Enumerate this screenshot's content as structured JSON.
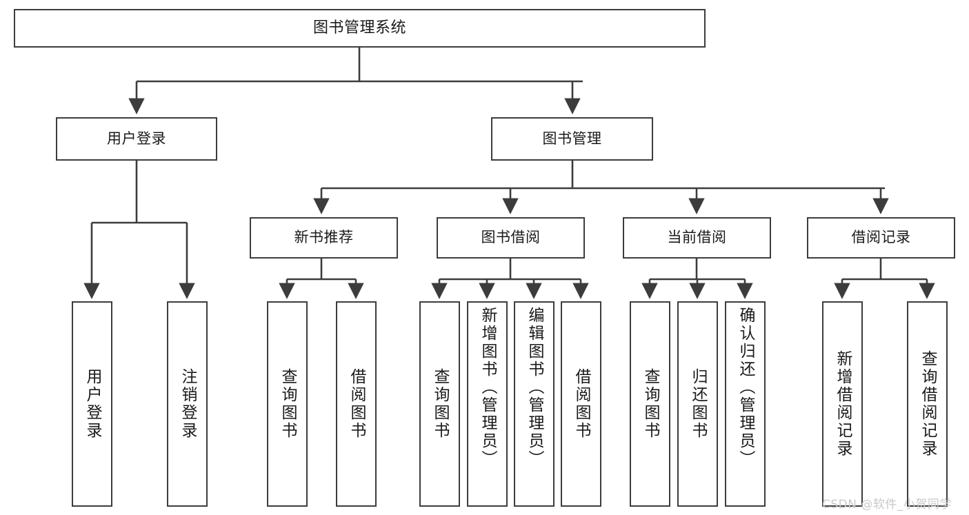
{
  "diagram": {
    "title": "图书管理系统",
    "type": "tree-structure-chart",
    "colors": {
      "box_border": "#3c3c3c",
      "box_fill": "#ffffff",
      "edge": "#3c3c3c",
      "text": "#1a1a1a",
      "watermark": "#c9c9c9",
      "background": "#ffffff"
    },
    "watermark": "CSDN @软件_小贺同学",
    "nodes": {
      "root": {
        "label": "图书管理系统"
      },
      "level2": [
        {
          "id": "user-login",
          "label": "用户登录"
        },
        {
          "id": "book-manage",
          "label": "图书管理"
        }
      ],
      "level3": [
        {
          "id": "new-book-recommend",
          "label": "新书推荐"
        },
        {
          "id": "book-borrow",
          "label": "图书借阅"
        },
        {
          "id": "current-borrow",
          "label": "当前借阅"
        },
        {
          "id": "borrow-record",
          "label": "借阅记录"
        }
      ],
      "leaves": {
        "user_login": [
          {
            "id": "leaf-user-login",
            "label": "用户登录",
            "centered": true
          },
          {
            "id": "leaf-logout-login",
            "label": "注销登录",
            "centered": true
          }
        ],
        "new_book_recommend": [
          {
            "id": "leaf-query-book-1",
            "label": "查询图书",
            "centered": true
          },
          {
            "id": "leaf-borrow-book-1",
            "label": "借阅图书",
            "centered": true
          }
        ],
        "book_borrow": [
          {
            "id": "leaf-query-book-2",
            "label": "查询图书",
            "centered": true
          },
          {
            "id": "leaf-add-book",
            "label": "新增图书（管理员）",
            "centered": false
          },
          {
            "id": "leaf-edit-book",
            "label": "编辑图书（管理员）",
            "centered": false
          },
          {
            "id": "leaf-borrow-book-2",
            "label": "借阅图书",
            "centered": true
          }
        ],
        "current_borrow": [
          {
            "id": "leaf-query-book-3",
            "label": "查询图书",
            "centered": true
          },
          {
            "id": "leaf-return-book",
            "label": "归还图书",
            "centered": true
          },
          {
            "id": "leaf-confirm-return",
            "label": "确认归还（管理员）",
            "centered": false
          }
        ],
        "borrow_record": [
          {
            "id": "leaf-add-record",
            "label": "新增借阅记录",
            "centered": true
          },
          {
            "id": "leaf-query-record",
            "label": "查询借阅记录",
            "centered": true
          }
        ]
      }
    }
  }
}
